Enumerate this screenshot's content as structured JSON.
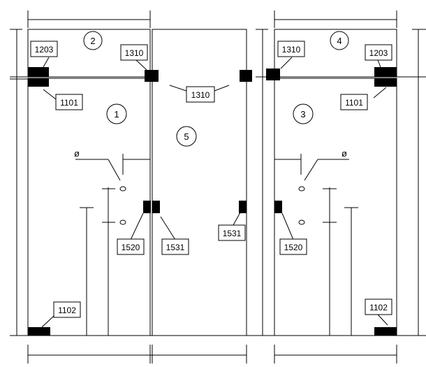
{
  "diagram": {
    "zones": [
      {
        "id": "zone-1",
        "text": "1"
      },
      {
        "id": "zone-2",
        "text": "2"
      },
      {
        "id": "zone-3",
        "text": "3"
      },
      {
        "id": "zone-4",
        "text": "4"
      },
      {
        "id": "zone-5",
        "text": "5"
      }
    ],
    "labels": [
      {
        "id": "label-1203-left",
        "text": "1203"
      },
      {
        "id": "label-1310-top-left",
        "text": "1310"
      },
      {
        "id": "label-1101-left",
        "text": "1101"
      },
      {
        "id": "label-1310-center",
        "text": "1310"
      },
      {
        "id": "label-1520-left",
        "text": "1520"
      },
      {
        "id": "label-1531-left",
        "text": "1531"
      },
      {
        "id": "label-1531-right",
        "text": "1531"
      },
      {
        "id": "label-1102-left",
        "text": "1102"
      },
      {
        "id": "label-1310-top-right",
        "text": "1310"
      },
      {
        "id": "label-1203-right",
        "text": "1203"
      },
      {
        "id": "label-1101-right",
        "text": "1101"
      },
      {
        "id": "label-1520-right",
        "text": "1520"
      },
      {
        "id": "label-1102-right",
        "text": "1102"
      }
    ],
    "diameter_symbol": "ø"
  }
}
